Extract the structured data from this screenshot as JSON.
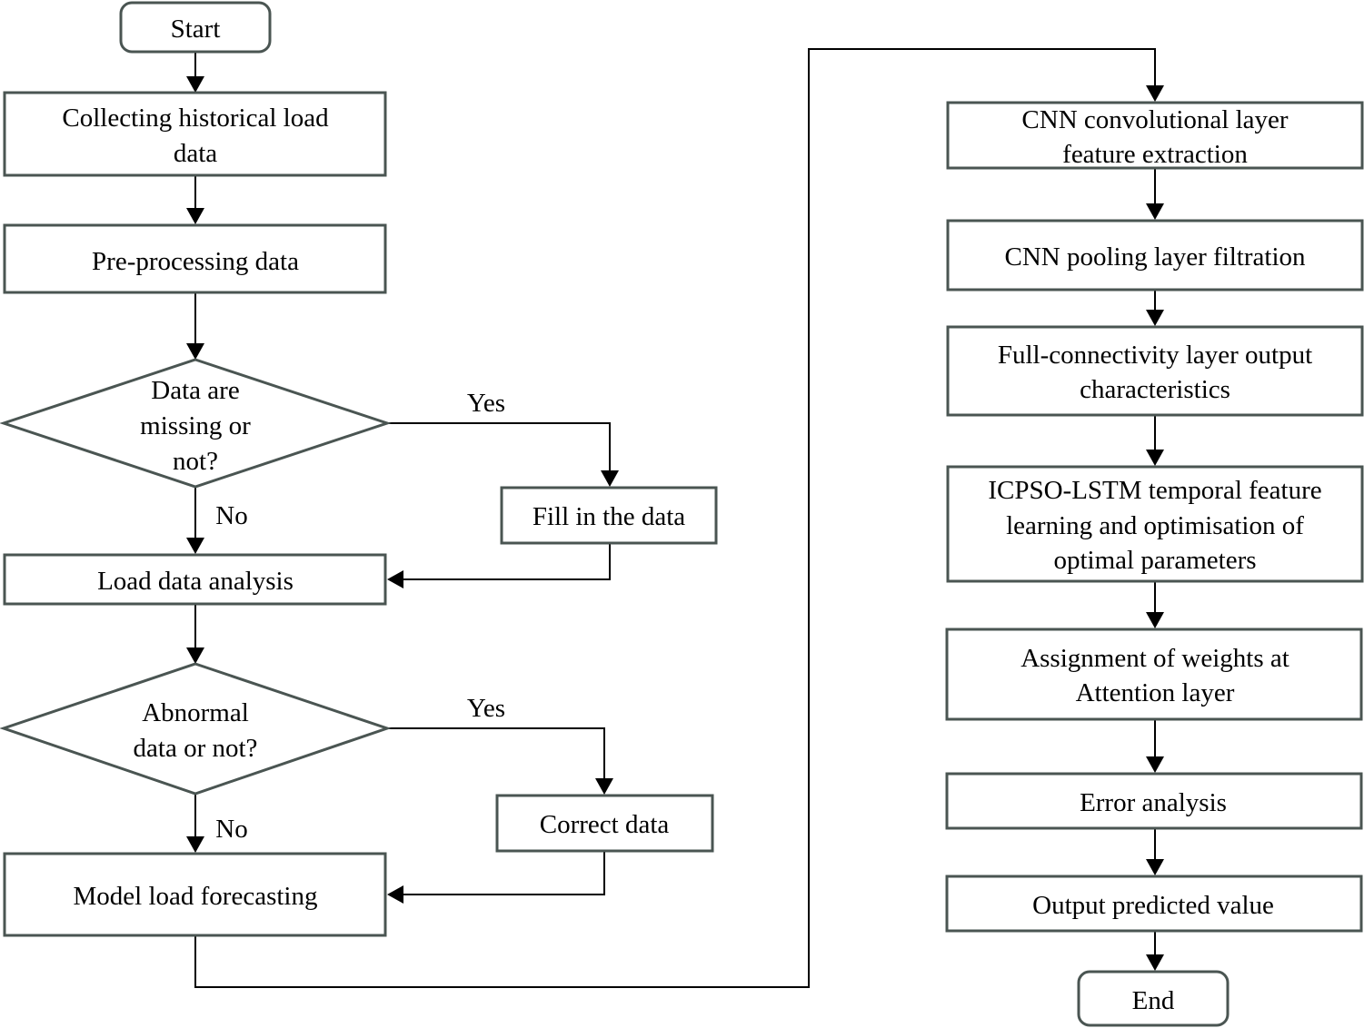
{
  "nodes": {
    "start": "Start",
    "collect": [
      "Collecting historical load",
      "data"
    ],
    "preprocess": "Pre-processing data",
    "missing_decision": [
      "Data are",
      "missing or",
      "not?"
    ],
    "fill": "Fill in the data",
    "load_analysis": "Load data analysis",
    "abnormal_decision": [
      "Abnormal",
      "data or not?"
    ],
    "correct": "Correct data",
    "model_forecast": "Model load forecasting",
    "cnn_conv": [
      "CNN convolutional layer",
      "feature extraction"
    ],
    "cnn_pool": "CNN pooling layer filtration",
    "full_conn": [
      "Full-connectivity layer output",
      "characteristics"
    ],
    "icpso": [
      "ICPSO-LSTM temporal feature",
      "learning and optimisation of",
      "optimal parameters"
    ],
    "attention": [
      "Assignment of weights at",
      "Attention layer"
    ],
    "error": "Error analysis",
    "output": "Output predicted value",
    "end": "End"
  },
  "edge_labels": {
    "missing_yes": "Yes",
    "missing_no": "No",
    "abnormal_yes": "Yes",
    "abnormal_no": "No"
  }
}
